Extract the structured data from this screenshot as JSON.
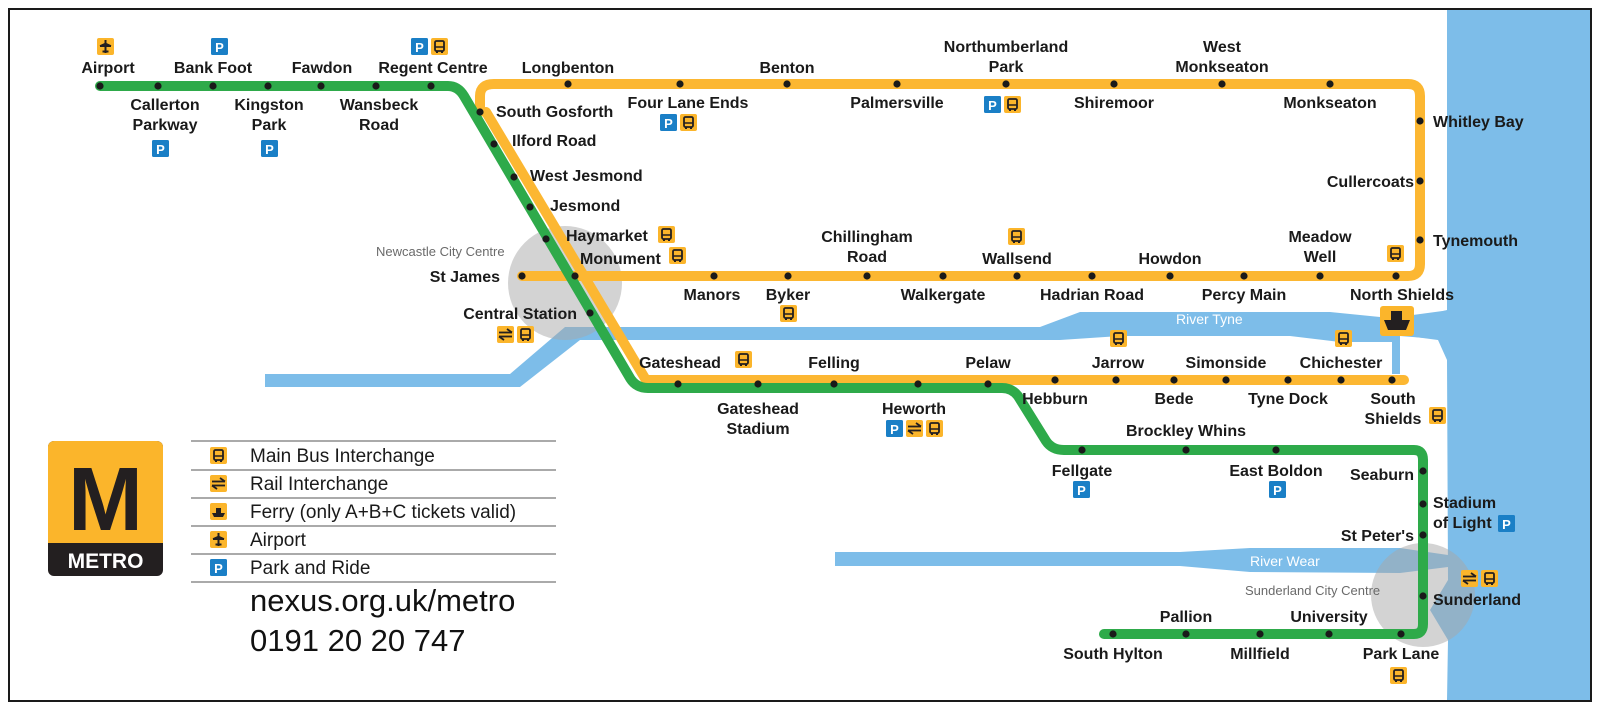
{
  "colors": {
    "green_line": "#2eaa4a",
    "yellow_line": "#fcb732",
    "river": "#7dbde9",
    "sea": "#7dbde9",
    "park_ride": "#1a7fc6",
    "icon_yellow": "#fbb52b",
    "logo_dark": "#231f20"
  },
  "area_labels": {
    "newcastle": "Newcastle City Centre",
    "sunderland": "Sunderland City Centre"
  },
  "rivers": {
    "tyne": "River Tyne",
    "wear": "River Wear"
  },
  "stations": [
    {
      "id": "airport",
      "lines": [
        "Airport"
      ]
    },
    {
      "id": "callerton",
      "lines": [
        "Callerton",
        "Parkway"
      ]
    },
    {
      "id": "bankfoot",
      "lines": [
        "Bank Foot"
      ]
    },
    {
      "id": "kingston",
      "lines": [
        "Kingston",
        "Park"
      ]
    },
    {
      "id": "fawdon",
      "lines": [
        "Fawdon"
      ]
    },
    {
      "id": "wansbeck",
      "lines": [
        "Wansbeck",
        "Road"
      ]
    },
    {
      "id": "regent",
      "lines": [
        "Regent Centre"
      ]
    },
    {
      "id": "longbenton",
      "lines": [
        "Longbenton"
      ]
    },
    {
      "id": "southgosforth",
      "lines": [
        "South Gosforth"
      ]
    },
    {
      "id": "fourlane",
      "lines": [
        "Four Lane Ends"
      ]
    },
    {
      "id": "benton",
      "lines": [
        "Benton"
      ]
    },
    {
      "id": "palmersville",
      "lines": [
        "Palmersville"
      ]
    },
    {
      "id": "northumberland",
      "lines": [
        "Northumberland",
        "Park"
      ]
    },
    {
      "id": "shiremoor",
      "lines": [
        "Shiremoor"
      ]
    },
    {
      "id": "westmonk",
      "lines": [
        "West",
        "Monkseaton"
      ]
    },
    {
      "id": "monkseaton",
      "lines": [
        "Monkseaton"
      ]
    },
    {
      "id": "whitley",
      "lines": [
        "Whitley Bay"
      ]
    },
    {
      "id": "cullercoats",
      "lines": [
        "Cullercoats"
      ]
    },
    {
      "id": "tynemouth",
      "lines": [
        "Tynemouth"
      ]
    },
    {
      "id": "ilford",
      "lines": [
        "Ilford Road"
      ]
    },
    {
      "id": "westjesmond",
      "lines": [
        "West Jesmond"
      ]
    },
    {
      "id": "jesmond",
      "lines": [
        "Jesmond"
      ]
    },
    {
      "id": "haymarket",
      "lines": [
        "Haymarket"
      ]
    },
    {
      "id": "monument",
      "lines": [
        "Monument"
      ]
    },
    {
      "id": "stjames",
      "lines": [
        "St James"
      ]
    },
    {
      "id": "central",
      "lines": [
        "Central Station"
      ]
    },
    {
      "id": "manors",
      "lines": [
        "Manors"
      ]
    },
    {
      "id": "byker",
      "lines": [
        "Byker"
      ]
    },
    {
      "id": "chillingham",
      "lines": [
        "Chillingham",
        "Road"
      ]
    },
    {
      "id": "walkergate",
      "lines": [
        "Walkergate"
      ]
    },
    {
      "id": "wallsend",
      "lines": [
        "Wallsend"
      ]
    },
    {
      "id": "hadrian",
      "lines": [
        "Hadrian Road"
      ]
    },
    {
      "id": "howdon",
      "lines": [
        "Howdon"
      ]
    },
    {
      "id": "percymain",
      "lines": [
        "Percy Main"
      ]
    },
    {
      "id": "meadowwell",
      "lines": [
        "Meadow",
        "Well"
      ]
    },
    {
      "id": "northshields",
      "lines": [
        "North Shields"
      ]
    },
    {
      "id": "gateshead",
      "lines": [
        "Gateshead"
      ]
    },
    {
      "id": "gstadium",
      "lines": [
        "Gateshead",
        "Stadium"
      ]
    },
    {
      "id": "felling",
      "lines": [
        "Felling"
      ]
    },
    {
      "id": "heworth",
      "lines": [
        "Heworth"
      ]
    },
    {
      "id": "pelaw",
      "lines": [
        "Pelaw"
      ]
    },
    {
      "id": "hebburn",
      "lines": [
        "Hebburn"
      ]
    },
    {
      "id": "jarrow",
      "lines": [
        "Jarrow"
      ]
    },
    {
      "id": "bede",
      "lines": [
        "Bede"
      ]
    },
    {
      "id": "simonside",
      "lines": [
        "Simonside"
      ]
    },
    {
      "id": "tynedock",
      "lines": [
        "Tyne Dock"
      ]
    },
    {
      "id": "chichester",
      "lines": [
        "Chichester"
      ]
    },
    {
      "id": "southshields",
      "lines": [
        "South",
        "Shields"
      ]
    },
    {
      "id": "fellgate",
      "lines": [
        "Fellgate"
      ]
    },
    {
      "id": "brockley",
      "lines": [
        "Brockley Whins"
      ]
    },
    {
      "id": "eastboldon",
      "lines": [
        "East Boldon"
      ]
    },
    {
      "id": "seaburn",
      "lines": [
        "Seaburn"
      ]
    },
    {
      "id": "stadiumlight",
      "lines": [
        "Stadium",
        "of Light"
      ]
    },
    {
      "id": "stpeters",
      "lines": [
        "St Peter's"
      ]
    },
    {
      "id": "sunderland",
      "lines": [
        "Sunderland"
      ]
    },
    {
      "id": "parklane",
      "lines": [
        "Park Lane"
      ]
    },
    {
      "id": "university",
      "lines": [
        "University"
      ]
    },
    {
      "id": "millfield",
      "lines": [
        "Millfield"
      ]
    },
    {
      "id": "pallion",
      "lines": [
        "Pallion"
      ]
    },
    {
      "id": "southhylton",
      "lines": [
        "South Hylton"
      ]
    }
  ],
  "legend": {
    "items": [
      {
        "icon": "bus-icon",
        "label": "Main Bus Interchange"
      },
      {
        "icon": "rail-icon",
        "label": "Rail Interchange"
      },
      {
        "icon": "ferry-icon",
        "label": "Ferry (only A+B+C tickets valid)"
      },
      {
        "icon": "airport-icon",
        "label": "Airport"
      },
      {
        "icon": "park-ride-icon",
        "label": "Park and Ride"
      }
    ],
    "website": "nexus.org.uk/metro",
    "phone": "0191 20 20 747"
  },
  "logo": {
    "letter": "M",
    "wordmark": "METRO"
  },
  "icon_glyphs": {
    "park_ride": "P"
  }
}
